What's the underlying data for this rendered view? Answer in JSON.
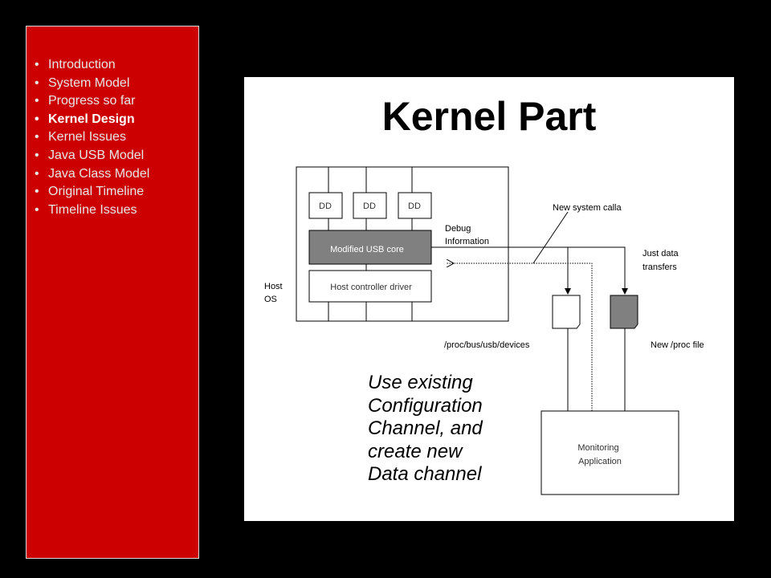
{
  "sidebar": {
    "items": [
      {
        "label": "Introduction"
      },
      {
        "label": "System Model"
      },
      {
        "label": "Progress so far"
      },
      {
        "label": "Kernel Design"
      },
      {
        "label": "Kernel Issues"
      },
      {
        "label": "Java USB Model"
      },
      {
        "label": "Java Class Model"
      },
      {
        "label": "Original Timeline"
      },
      {
        "label": "Timeline Issues"
      }
    ],
    "current_index": 3,
    "bullet": "•"
  },
  "slide": {
    "title": "Kernel Part",
    "diagram": {
      "dd_labels": [
        "DD",
        "DD",
        "DD"
      ],
      "usb_core": "Modified USB core",
      "hcd": "Host controller driver",
      "host_os": [
        "Host",
        "OS"
      ],
      "debug_info": [
        "Debug",
        "Information"
      ],
      "new_syscall": "New system calla",
      "just_data": [
        "Just data",
        "transfers"
      ],
      "proc_devices": "/proc/bus/usb/devices",
      "new_proc": "New /proc file",
      "monitoring_app": [
        "Monitoring",
        "Application"
      ]
    },
    "note_lines": [
      "Use existing",
      "Configuration",
      "Channel, and",
      "create new",
      "Data channel"
    ]
  },
  "colors": {
    "background": "#000000",
    "sidebar": "#cc0000",
    "usb_core_fill": "#808080",
    "new_proc_fill": "#808080"
  }
}
